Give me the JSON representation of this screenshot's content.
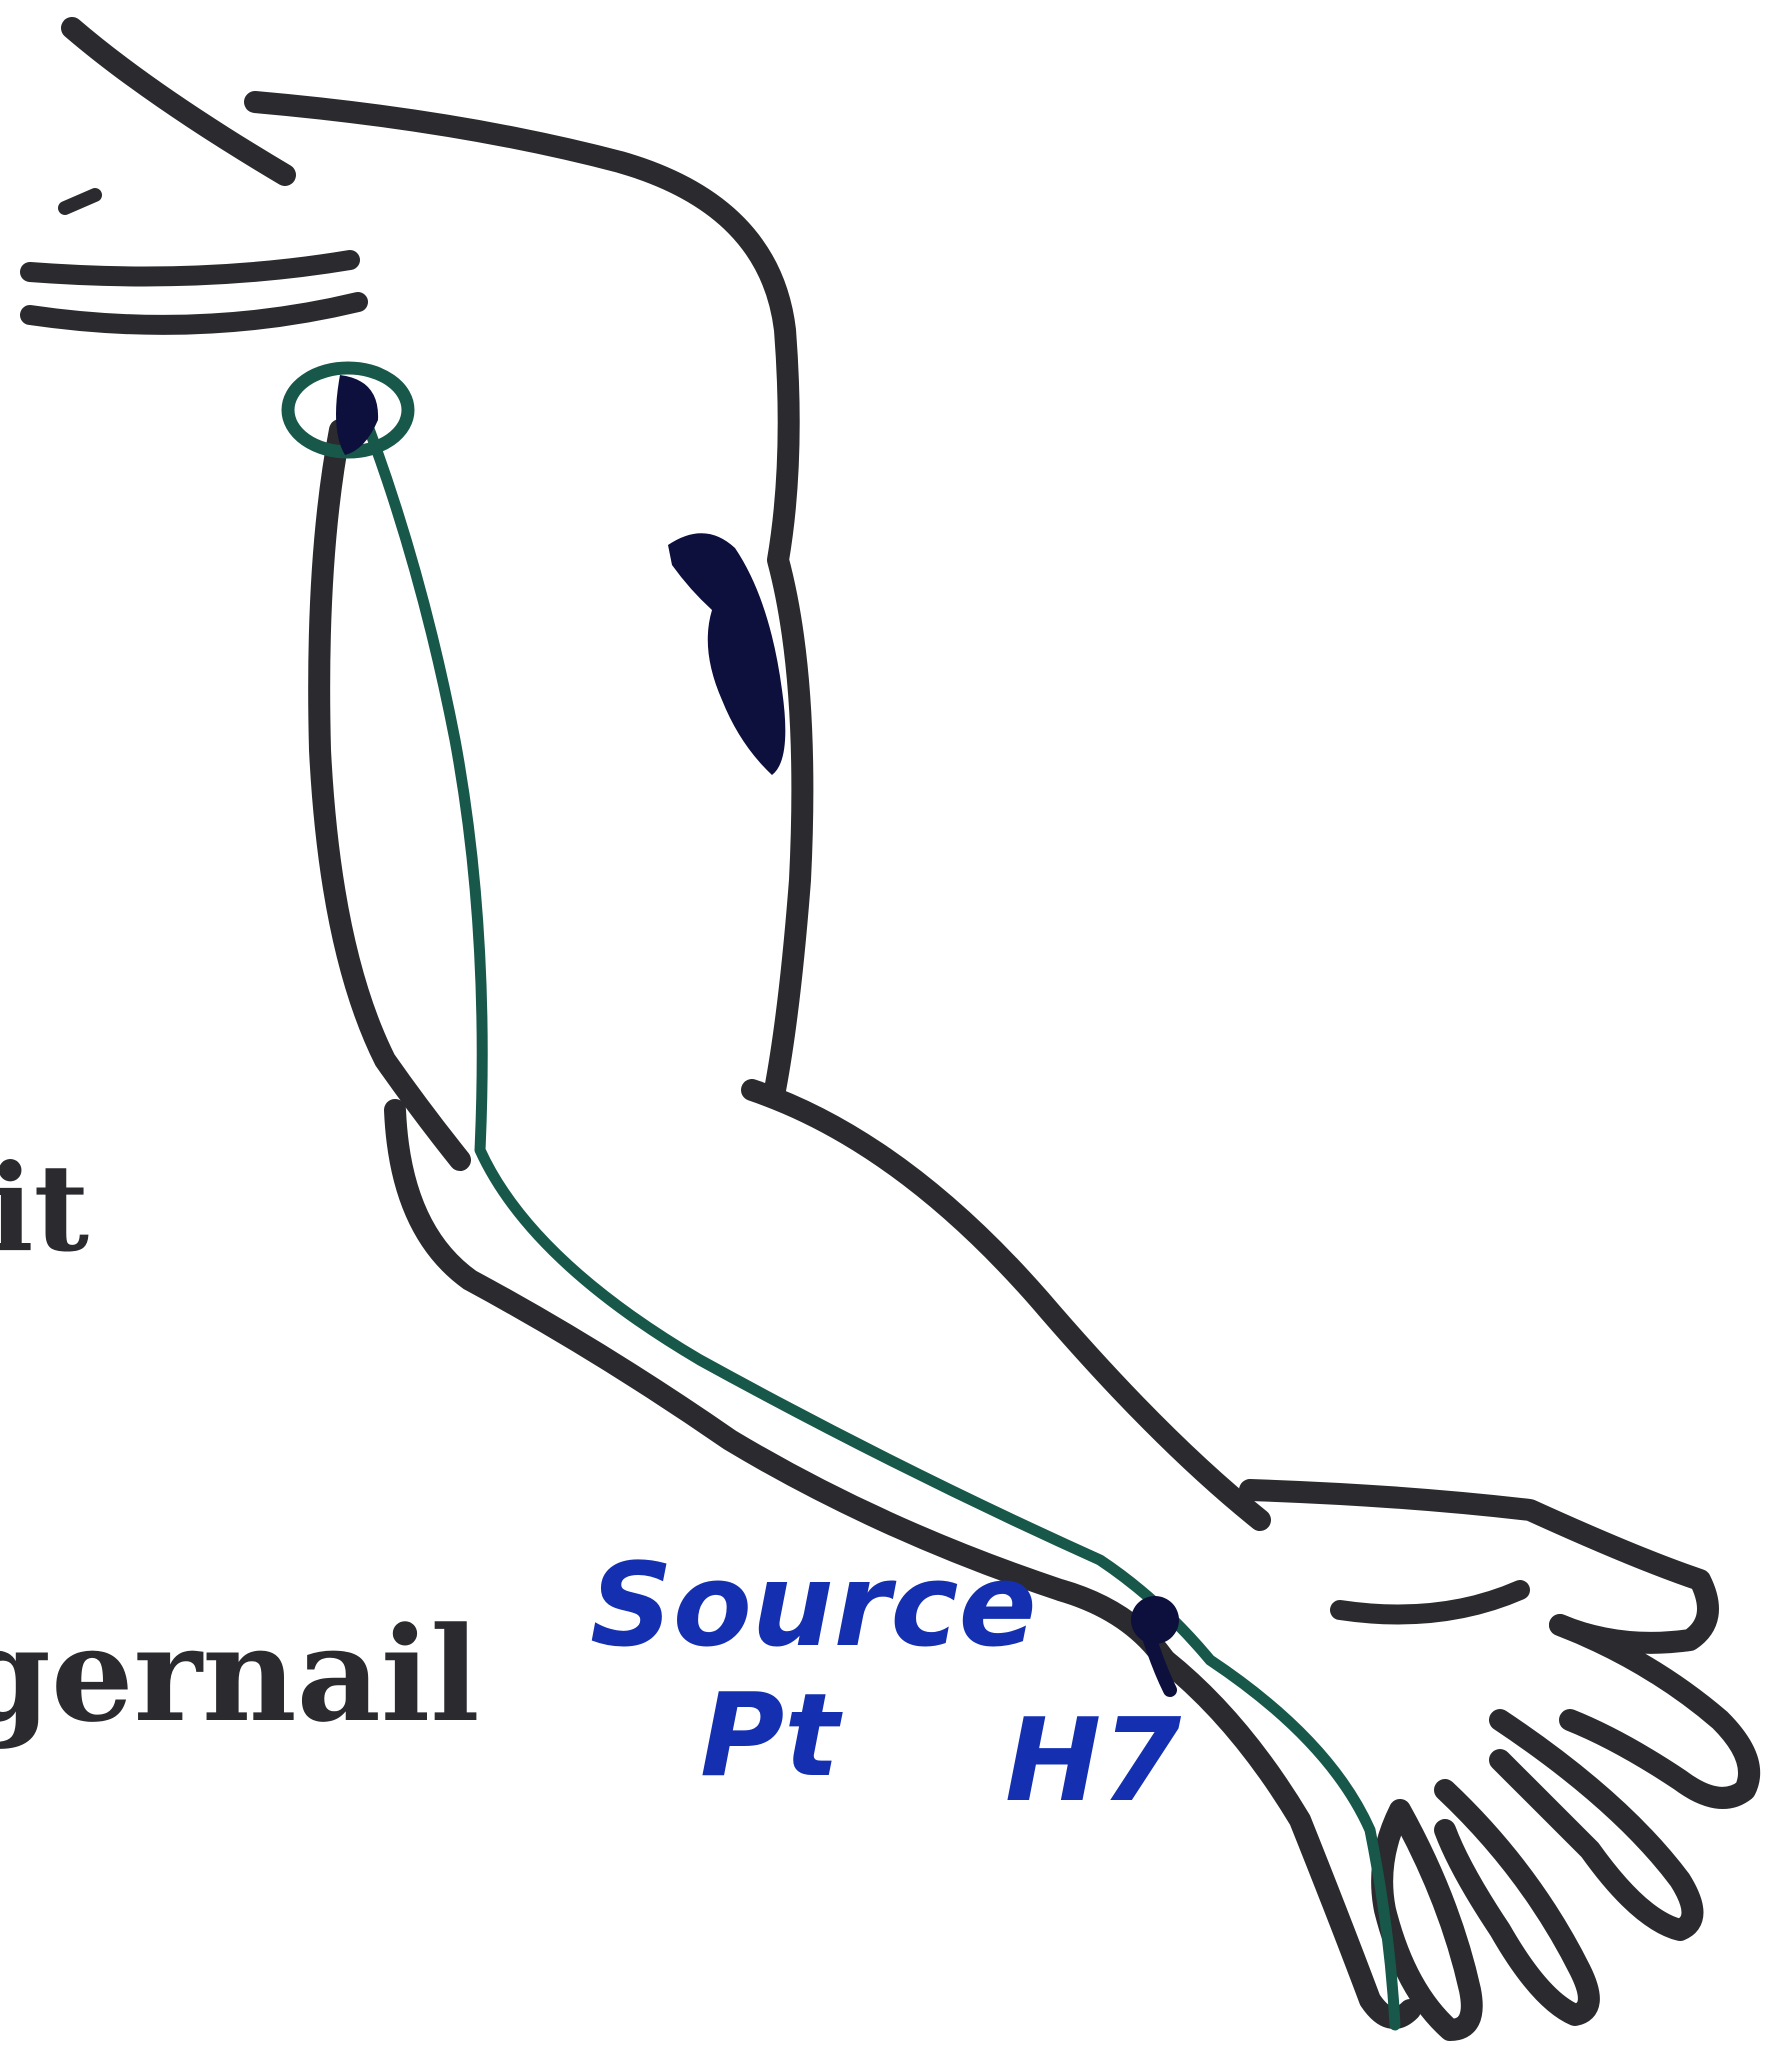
{
  "colors": {
    "outline": "#2b2a2e",
    "meridian": "#17584a",
    "label_blue": "#1430b0",
    "marker": "#0d0f3c",
    "background": "#ffffff"
  },
  "labels": {
    "left_partial_top": "it",
    "left_partial_bottom": "gernail",
    "source_word": "Source",
    "source_pt": "Pt",
    "point_code": "H7"
  }
}
